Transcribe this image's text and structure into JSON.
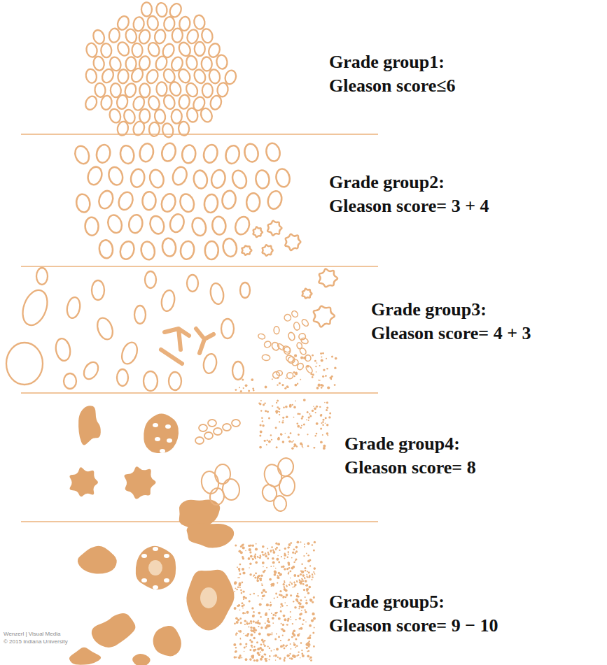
{
  "diagram": {
    "labels": [
      "Grade group1:",
      "Gleason score≤6",
      "Grade group2:",
      "Gleason score= 3 + 4",
      "Grade group3:",
      "Gleason score= 4 + 3",
      "Grade group4:",
      "Gleason score= 8",
      "Grade group5:",
      "Gleason score= 9 − 10",
      "Wenzerl | Visual Media",
      "© 2015 Indiana University"
    ]
  }
}
